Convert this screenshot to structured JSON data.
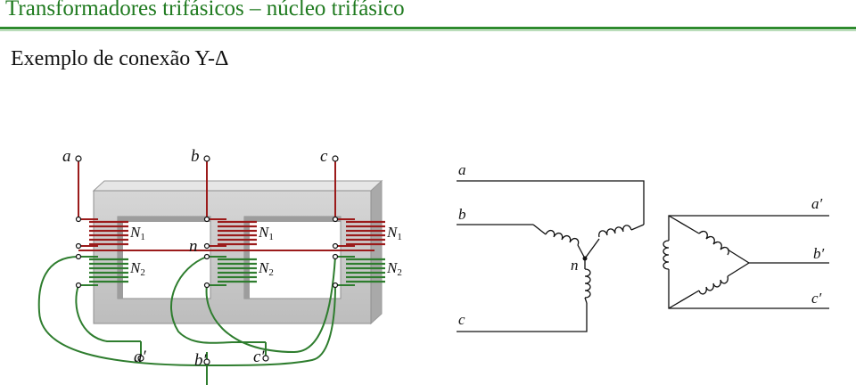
{
  "header": {
    "title": "Transformadores trifásicos – núcleo trifásico",
    "subtitle": "Exemplo de conexão Y-Δ"
  },
  "colors": {
    "title": "#1f7a1f",
    "primary_wire": "#9b1b1b",
    "secondary_wire": "#2e7d2e",
    "core": "#c8c8c8"
  },
  "left_diagram": {
    "terminals_top": [
      "a",
      "b",
      "c"
    ],
    "terminals_bottom": [
      "a′",
      "b′",
      "c′"
    ],
    "winding_primary": "N",
    "winding_primary_sub": "1",
    "winding_secondary": "N",
    "winding_secondary_sub": "2",
    "neutral": "n"
  },
  "right_diagram": {
    "inputs": [
      "a",
      "b",
      "c"
    ],
    "neutral": "n",
    "outputs": [
      "a′",
      "b′",
      "c′"
    ]
  }
}
